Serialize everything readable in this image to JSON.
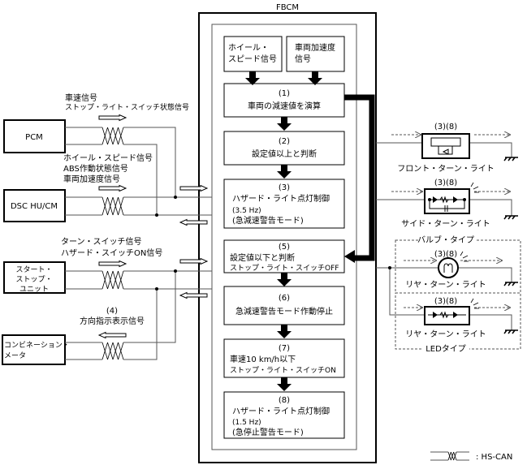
{
  "fbcm": {
    "title": "FBCM",
    "inputs": [
      "ホイール・",
      "スピード信号",
      "車両加速度",
      "信号"
    ],
    "steps": [
      {
        "num": "(1)",
        "lines": [
          "車両の減速値を演算"
        ]
      },
      {
        "num": "(2)",
        "lines": [
          "設定値以上と判断"
        ]
      },
      {
        "num": "(3)",
        "lines": [
          "ハザード・ライト点灯制御",
          "(3.5 Hz)",
          "(急減速警告モード)"
        ]
      },
      {
        "num": "(5)",
        "lines": [
          "設定値以下と判断",
          "ストップ・ライト・スイッチOFF"
        ]
      },
      {
        "num": "(6)",
        "lines": [
          "急減速警告モード作動停止"
        ]
      },
      {
        "num": "(7)",
        "lines": [
          "車速10 km/h以下",
          "ストップ・ライト・スイッチON"
        ]
      },
      {
        "num": "(8)",
        "lines": [
          "ハザード・ライト点灯制御",
          "(1.5 Hz)",
          "(急停止警告モード)"
        ]
      }
    ]
  },
  "modules": {
    "pcm": "PCM",
    "dsc": "DSC HU/CM",
    "ssu": [
      "スタート・",
      "ストップ・",
      "ユニット"
    ],
    "meter": [
      "コンビネーション・",
      "メータ"
    ]
  },
  "signals": {
    "pcm": [
      "車速信号",
      "ストップ・ライト・スイッチ状態信号"
    ],
    "dsc": [
      "ホイール・スピード信号",
      "ABS作動状態信号",
      "車両加速度信号"
    ],
    "ssu": [
      "ターン・スイッチ信号",
      "ハザード・スイッチON信号"
    ],
    "meter": [
      "(4)",
      "方向指示表示信号"
    ]
  },
  "lights": {
    "step_ref": "(3)(8)",
    "front": "フロント・ターン・ライト",
    "side": "サイド・ターン・ライト",
    "bulb_type": "バルブ・タイプ",
    "rear_bulb": "リヤ・ターン・ライト",
    "rear_led": "リヤ・ターン・ライト",
    "led_type": "LEDタイプ"
  },
  "legend": {
    "hs_can": ": HS-CAN"
  }
}
